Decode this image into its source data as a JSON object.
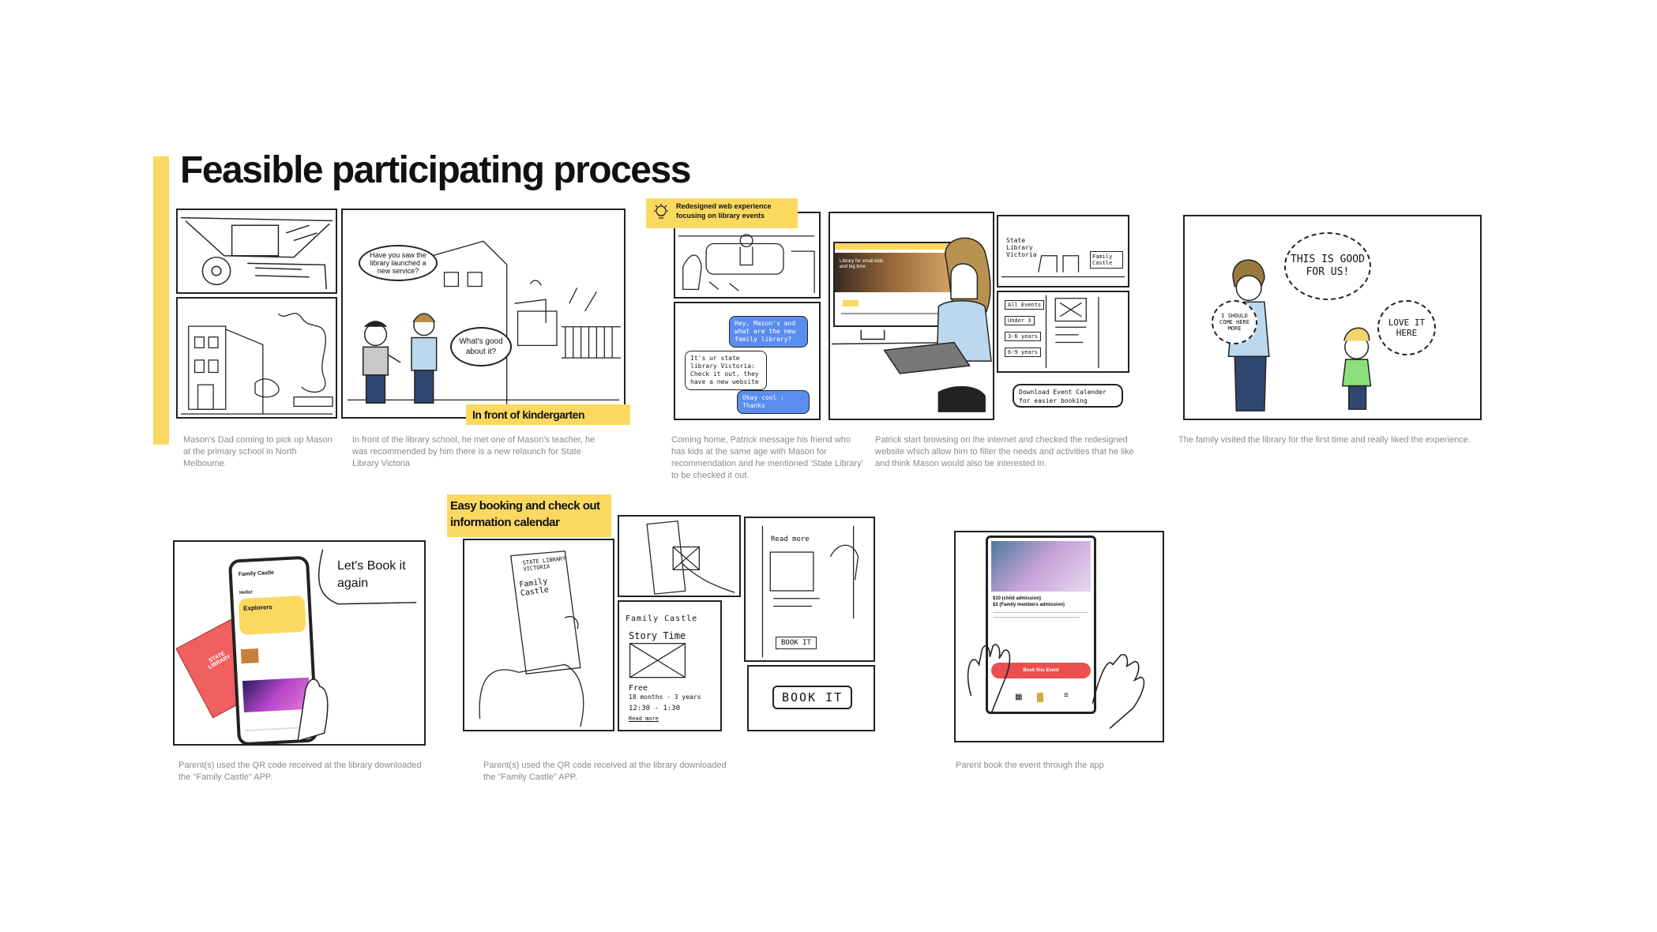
{
  "title": "Feasible participating process",
  "colors": {
    "accent": "#FBD961",
    "chat_blue": "#5B8DEF",
    "button_red": "#E94F4F"
  },
  "row1": {
    "p2_bubble_question": "Have you saw the library launched a new service?",
    "p2_bubble_answer": "What's good about it?",
    "p2_tag": "In front of kindergarten",
    "p3_tag": "Redesigned web experience focusing on library events",
    "p3_chats": [
      "Hey, Mason's and what are the new family library?",
      "It's ur state library Victoria: Check it out, they have a new website",
      "Okay cool : Thanks"
    ],
    "p4_website_hero": "Library for small kids and big time",
    "p4_sketch_text": "State Library Victoria",
    "p4_filters": [
      "All Events",
      "Under 3",
      "3-6 years",
      "6-9 years"
    ],
    "p4_family_castle": "Family Castle",
    "p4_download": "Download Event Calender for easier booking",
    "p5_thoughts": [
      "THIS IS GOOD FOR US!",
      "I SHOULD COME HERE MORE",
      "LOVE IT HERE"
    ],
    "captions": [
      "Mason's Dad coming to pick up Mason at the primary school in North Melbourne.",
      "In front of the library school, he met one of Mason's teacher, he was recommended by him there is a new relaunch for State Library Victoria",
      "Coming home, Patrick message his friend who has kids at the same age with Mason for recommendation and he mentioned 'State Library' to be checked it out.",
      "Patrick start browsing on the internet and checked the redesigned website which allow him to filter the needs and activities that he like and think Mason would also be interested in.",
      "The family visited the library for the first time and really liked the experience."
    ]
  },
  "row2": {
    "p6_speech": "Let's Book it again",
    "p6_app_name": "Family Castle",
    "p6_hello": "Hello!",
    "p6_card_title": "Explorers",
    "p6_bag_text": "STATE LIBRARY",
    "p7_tag": "Easy booking and check out information calendar",
    "p7_sketch_state": "STATE LIBRARY VICTORIA",
    "p7_sketch_family": "Family Castle",
    "p7_sketch_storytime": "Story Time",
    "p7_sketch_free": "Free",
    "p7_sketch_ages": "18 months - 3 years",
    "p7_sketch_time": "12:30 - 1:30",
    "p7_read_more": "Read more",
    "p7_book_it_small": "BOOK IT",
    "p7_book_it_big": "BOOK IT",
    "p8_price1": "$10 (child admission)",
    "p8_price2": "$2 (Family members admission)",
    "p8_button": "Book this Event",
    "captions": [
      "Parent(s) used the QR code received at the library downloaded the \"Family Castle\" APP.",
      "Parent(s) used the QR code received at the library downloaded the \"Family Castle\" APP.",
      "Parent book the event through the app"
    ]
  }
}
